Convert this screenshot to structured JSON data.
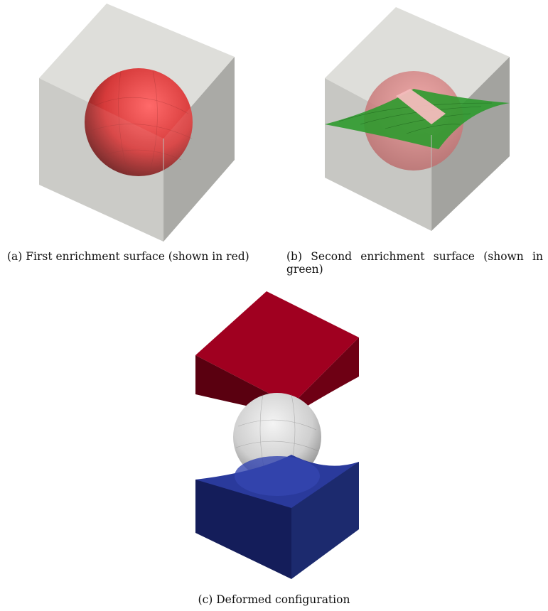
{
  "figure": {
    "subfigures": [
      {
        "id": "a",
        "caption": "(a) First enrichment surface (shown in red)",
        "colors": {
          "box": "#c9c9c5",
          "sphere": "#e04545"
        }
      },
      {
        "id": "b",
        "caption": "(b) Second enrichment surface (shown in green)",
        "colors": {
          "box": "#c9c9c5",
          "sphere": "#e07a7a",
          "surface": "#2e9a2e"
        }
      },
      {
        "id": "c",
        "caption": "(c) Deformed configuration",
        "colors": {
          "top_block": "#a00020",
          "sphere": "#cfcfcf",
          "bottom_block": "#1c2a6e"
        }
      }
    ]
  }
}
